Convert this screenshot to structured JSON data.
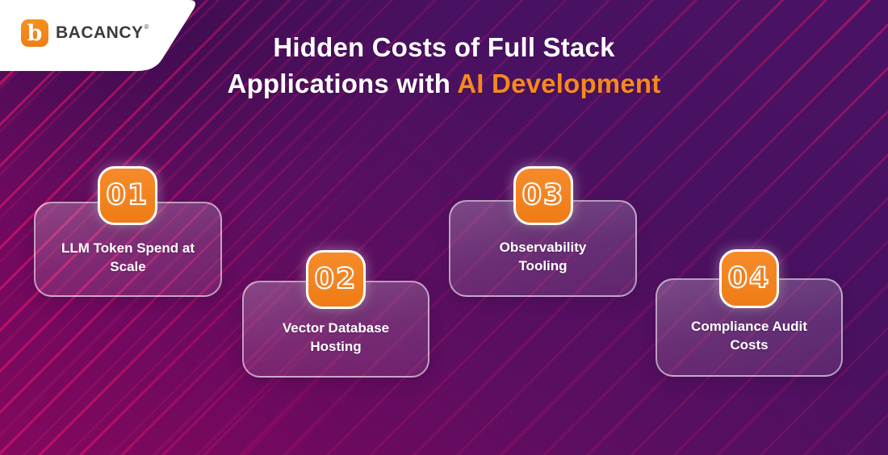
{
  "brand": {
    "name": "BACANCY",
    "registered_mark": "®",
    "logo_letter": "b"
  },
  "title": {
    "line1": "Hidden Costs of Full Stack",
    "line2_prefix": "Applications with ",
    "line2_accent": "AI Development"
  },
  "cards": [
    {
      "number": "01",
      "label_line1": "LLM Token Spend at",
      "label_line2": "Scale"
    },
    {
      "number": "02",
      "label_line1": "Vector Database",
      "label_line2": "Hosting"
    },
    {
      "number": "03",
      "label_line1": "Observability",
      "label_line2": "Tooling"
    },
    {
      "number": "04",
      "label_line1": "Compliance Audit",
      "label_line2": "Costs"
    }
  ],
  "colors": {
    "accent_orange": "#F6891E",
    "badge_orange": "#F08021",
    "line_pink": "#E0136C",
    "bg_purple_dark": "#4A1264",
    "bg_magenta": "#82095D",
    "brand_text": "#3B3B3B",
    "card_border": "rgba(255,255,255,0.55)"
  }
}
